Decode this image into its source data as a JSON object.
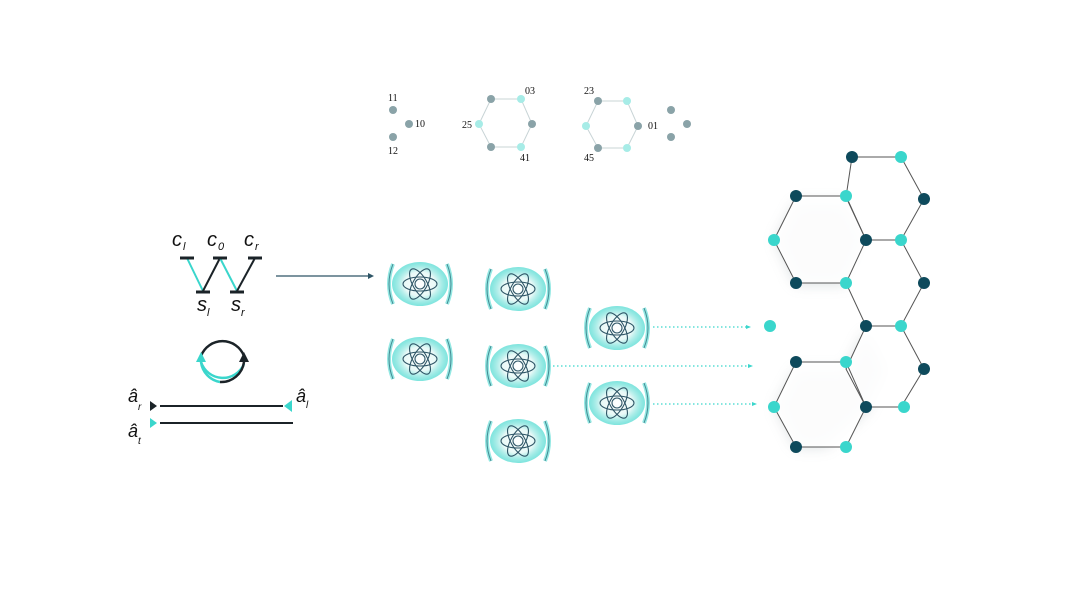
{
  "colors": {
    "dark": "#0e4a5c",
    "teal": "#3ad6cc",
    "grey": "#8aa3a8",
    "pale_teal": "#a7ece7",
    "line": "#555555",
    "black": "#1b2328"
  },
  "top_labels": {
    "g1": [
      "11",
      "10",
      "12"
    ],
    "g2": [
      "03",
      "25",
      "41"
    ],
    "g3": [
      "23",
      "01",
      "45"
    ]
  },
  "junction": {
    "top": [
      {
        "main": "c",
        "sub": "l"
      },
      {
        "main": "c",
        "sub": "0"
      },
      {
        "main": "c",
        "sub": "r"
      }
    ],
    "bottom": [
      {
        "main": "s",
        "sub": "l"
      },
      {
        "main": "s",
        "sub": "r"
      }
    ]
  },
  "ports": {
    "ar": {
      "main": "â",
      "sub": "r"
    },
    "al": {
      "main": "â",
      "sub": "l"
    },
    "at": {
      "main": "â",
      "sub": "t"
    }
  },
  "icons": {
    "qubit": "atom-icon",
    "circulator": "circular-arrow-icon"
  }
}
